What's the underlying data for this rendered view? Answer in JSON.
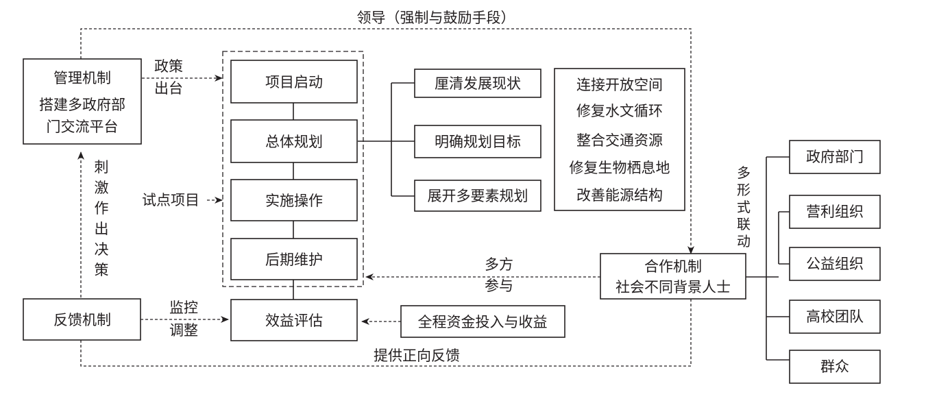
{
  "top_label": "领导（强制与鼓励手段）",
  "bottom_label": "提供正向反馈",
  "management": {
    "title": "管理机制",
    "line1": "搭建多政府部",
    "line2": "门交流平台"
  },
  "feedback": {
    "title": "反馈机制"
  },
  "policy_label": {
    "line1": "政策",
    "line2": "出台"
  },
  "pilot_label": "试点项目",
  "monitor_label": {
    "line1": "监控",
    "line2": "调整"
  },
  "stimulate_label": [
    "刺",
    "激",
    "作",
    "出",
    "决",
    "策"
  ],
  "stages": [
    "项目启动",
    "总体规划",
    "实施操作",
    "后期维护"
  ],
  "evaluation": "效益评估",
  "planning_steps": [
    "厘清发展现状",
    "明确规划目标",
    "展开多要素规划"
  ],
  "planning_elements": [
    "连接开放空间",
    "修复水文循环",
    "整合交通资源",
    "修复生物栖息地",
    "改善能源结构"
  ],
  "funding": "全程资金投入与收益",
  "cooperation": {
    "title": "合作机制",
    "subtitle": "社会不同背景人士"
  },
  "participation_label": {
    "line1": "多方",
    "line2": "参与"
  },
  "linkage_label": [
    "多",
    "形",
    "式",
    "联",
    "动"
  ],
  "stakeholders": [
    "政府部门",
    "营利组织",
    "公益组织",
    "高校团队",
    "群众"
  ]
}
